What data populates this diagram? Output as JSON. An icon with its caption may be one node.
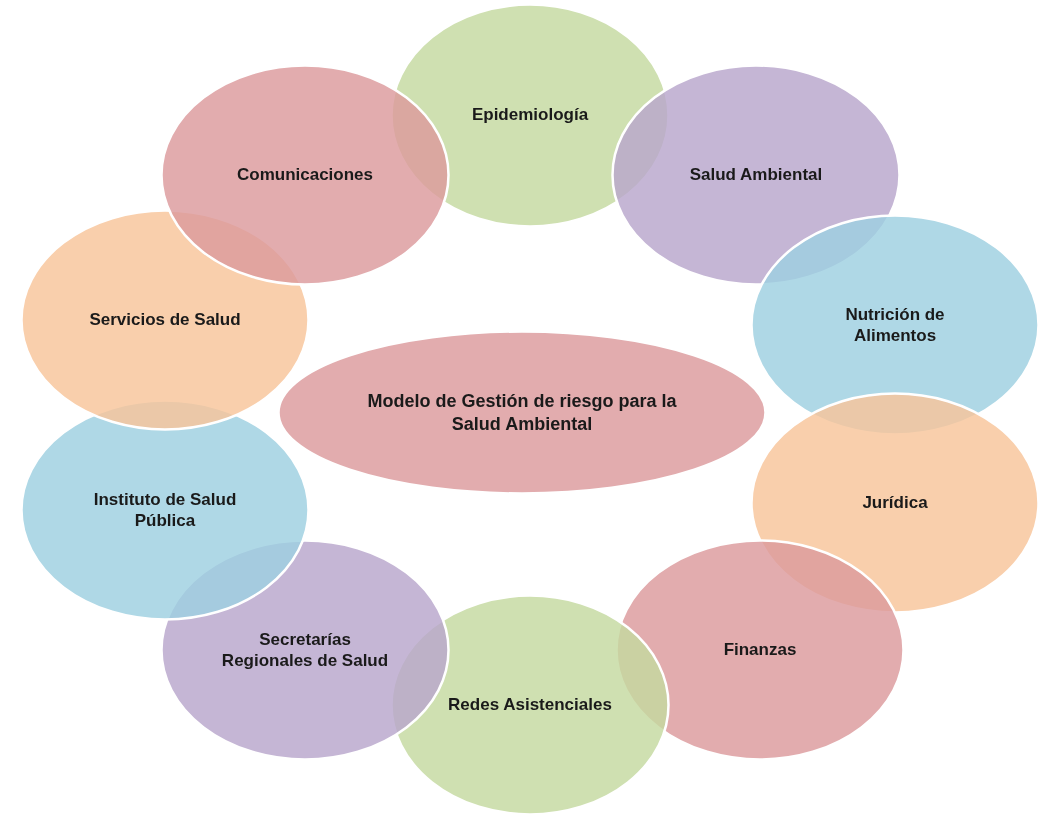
{
  "diagram": {
    "nodes": [
      {
        "text": [
          "Modelo de Gestión de riesgo para la Salud Ambiental"
        ]
      },
      {
        "text": [
          "Epidemiología"
        ]
      },
      {
        "text": [
          "Salud Ambiental"
        ]
      },
      {
        "text": [
          "Nutrición de Alimentos"
        ]
      },
      {
        "text": [
          "Jurídica"
        ]
      },
      {
        "text": [
          "Finanzas"
        ]
      },
      {
        "text": [
          "Redes Asistenciales"
        ]
      },
      {
        "text": [
          "Secretarías Regionales de Salud"
        ]
      },
      {
        "text": [
          "Instituto de Salud Pública"
        ]
      },
      {
        "text": [
          "Servicios de Salud"
        ]
      },
      {
        "text": [
          "Comunicaciones"
        ]
      }
    ]
  }
}
